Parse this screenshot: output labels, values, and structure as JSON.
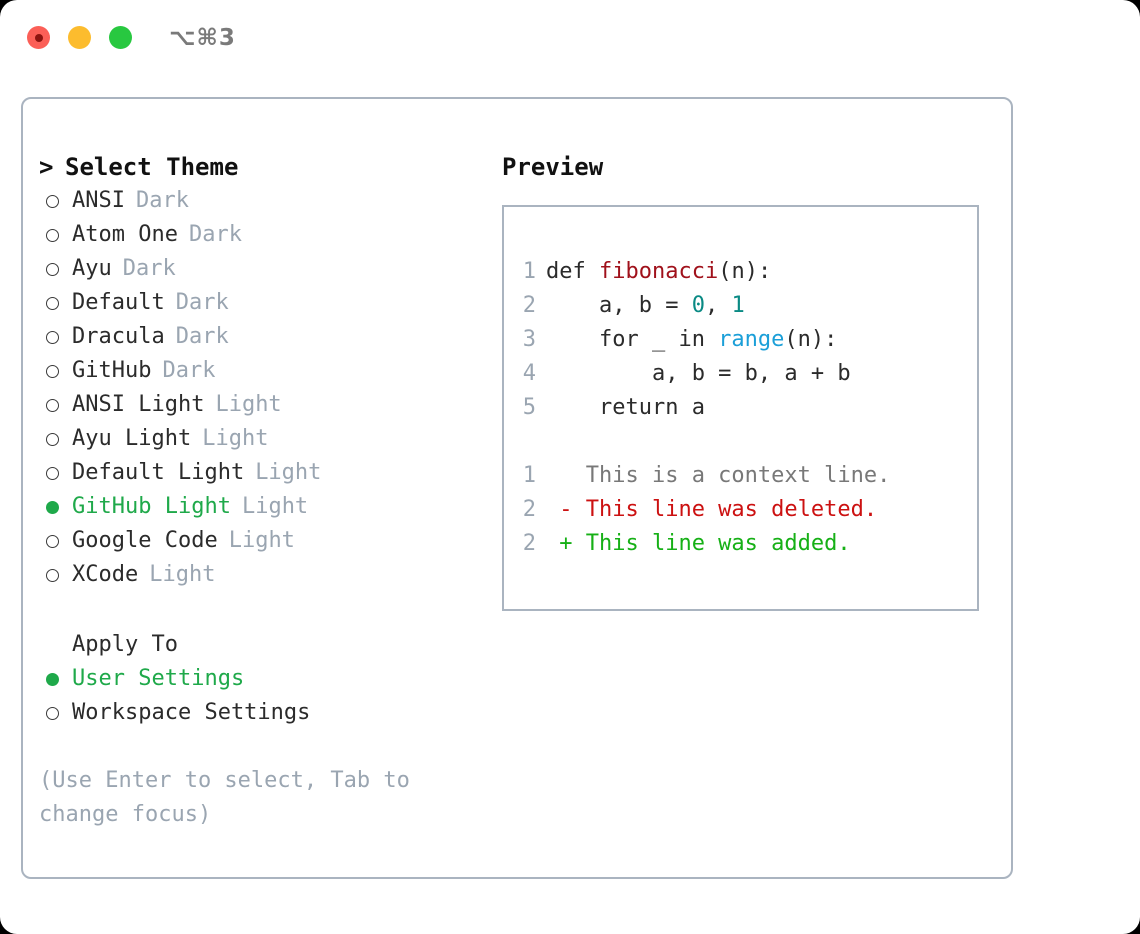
{
  "titlebar": {
    "shortcut": "⌥⌘3",
    "lights": [
      "close",
      "minimize",
      "zoom"
    ]
  },
  "left": {
    "header": {
      "caret": ">",
      "label": "Select Theme"
    },
    "themes": [
      {
        "name": "ANSI",
        "variant": "Dark",
        "selected": false
      },
      {
        "name": "Atom One",
        "variant": "Dark",
        "selected": false
      },
      {
        "name": "Ayu",
        "variant": "Dark",
        "selected": false
      },
      {
        "name": "Default",
        "variant": "Dark",
        "selected": false
      },
      {
        "name": "Dracula",
        "variant": "Dark",
        "selected": false
      },
      {
        "name": "GitHub",
        "variant": "Dark",
        "selected": false
      },
      {
        "name": "ANSI Light",
        "variant": "Light",
        "selected": false
      },
      {
        "name": "Ayu Light",
        "variant": "Light",
        "selected": false
      },
      {
        "name": "Default Light",
        "variant": "Light",
        "selected": false
      },
      {
        "name": "GitHub Light",
        "variant": "Light",
        "selected": true
      },
      {
        "name": "Google Code",
        "variant": "Light",
        "selected": false
      },
      {
        "name": "XCode",
        "variant": "Light",
        "selected": false
      }
    ],
    "apply": {
      "header": "Apply To",
      "options": [
        {
          "label": "User Settings",
          "selected": true
        },
        {
          "label": "Workspace Settings",
          "selected": false
        }
      ]
    },
    "hint": "(Use Enter to select, Tab to change focus)"
  },
  "right": {
    "title": "Preview",
    "code": [
      {
        "ln": "1",
        "tokens": [
          {
            "t": "def ",
            "c": "plain"
          },
          {
            "t": "fibonacci",
            "c": "fn"
          },
          {
            "t": "(n):",
            "c": "plain"
          }
        ]
      },
      {
        "ln": "2",
        "tokens": [
          {
            "t": "    a, b = ",
            "c": "plain"
          },
          {
            "t": "0",
            "c": "num"
          },
          {
            "t": ", ",
            "c": "plain"
          },
          {
            "t": "1",
            "c": "num"
          }
        ]
      },
      {
        "ln": "3",
        "tokens": [
          {
            "t": "    for _ in ",
            "c": "plain"
          },
          {
            "t": "range",
            "c": "call"
          },
          {
            "t": "(n):",
            "c": "plain"
          }
        ]
      },
      {
        "ln": "4",
        "tokens": [
          {
            "t": "        a, b = b, a + b",
            "c": "plain"
          }
        ]
      },
      {
        "ln": "5",
        "tokens": [
          {
            "t": "    return a",
            "c": "plain"
          }
        ]
      }
    ],
    "diff": [
      {
        "ln": "1",
        "marker": " ",
        "text": "This is a context line.",
        "kind": "ctx"
      },
      {
        "ln": "2",
        "marker": "-",
        "text": "This line was deleted.",
        "kind": "del"
      },
      {
        "ln": "2",
        "marker": "+",
        "text": "This line was added.",
        "kind": "add"
      }
    ]
  },
  "colors": {
    "accent_green": "#1fa94a",
    "muted": "#9aa5b1",
    "border": "#aab4c0",
    "fn_red": "#a0111b",
    "num_teal": "#0a8a84",
    "call_blue": "#1b9fd8",
    "diff_del": "#cc1111",
    "diff_add": "#16b016"
  }
}
